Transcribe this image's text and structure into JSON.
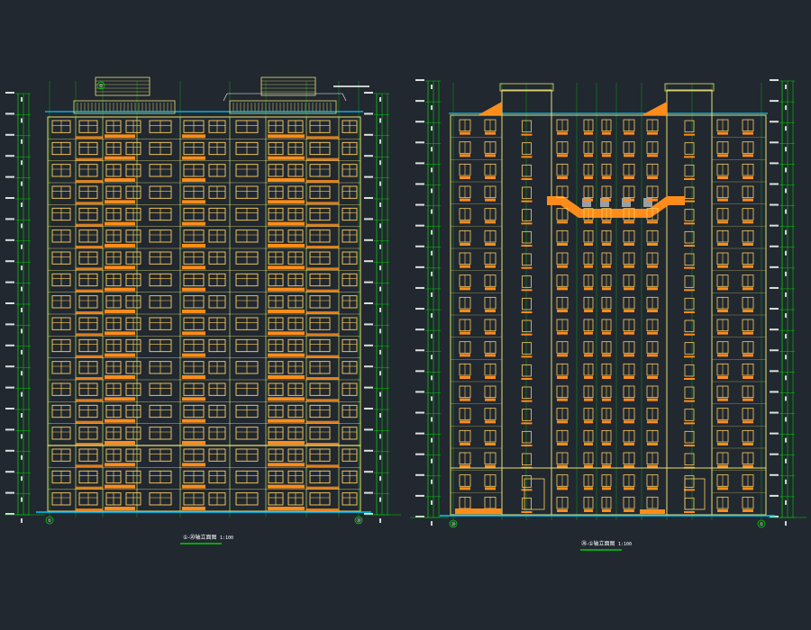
{
  "drawing": {
    "colors": {
      "background": "#212830",
      "outline": "#e8e070",
      "accent": "#ff8c1a",
      "window": "#ffd060",
      "dim": "#00d000",
      "grid": "#00c8ff",
      "text": "#ffffff",
      "muted": "#9aa0a6"
    },
    "elevations": [
      {
        "id": "left",
        "floors": 18,
        "bays": 12,
        "grid_top": "①",
        "grid_bottom_left": "①",
        "grid_bottom_right": "⑳",
        "title": "①-⑳轴立面图",
        "scale": "1:100"
      },
      {
        "id": "right",
        "floors": 18,
        "bays": 12,
        "grid_bottom_left": "⑳",
        "grid_bottom_right": "①",
        "title": "⑳-①轴立面图",
        "scale": "1:100"
      }
    ]
  }
}
